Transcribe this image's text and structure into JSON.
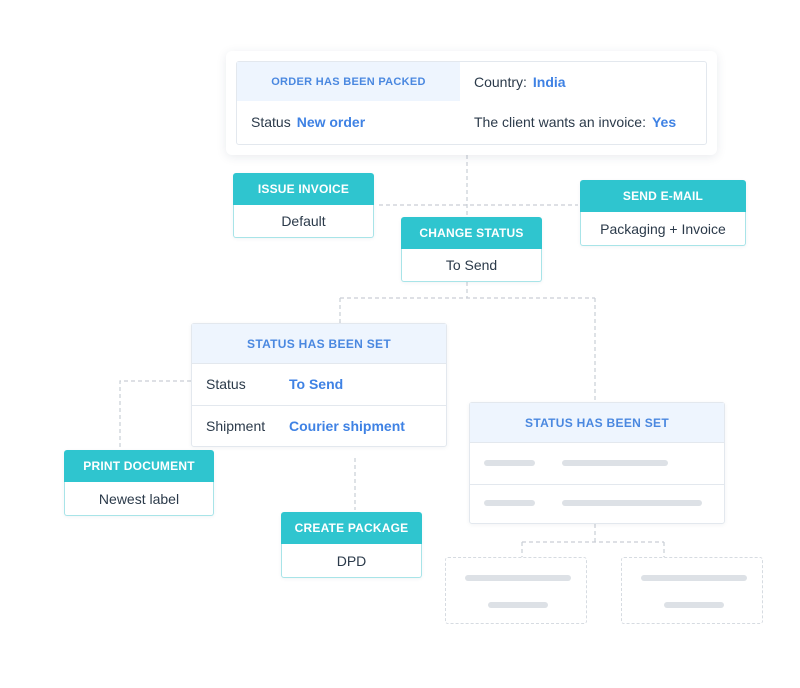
{
  "trigger": {
    "title": "ORDER HAS BEEN PACKED",
    "country_label": "Country:",
    "country_value": "India",
    "status_label": "Status",
    "status_value": "New order",
    "invoice_label": "The client wants an invoice:",
    "invoice_value": "Yes"
  },
  "actions": {
    "issue_invoice": {
      "title": "ISSUE INVOICE",
      "value": "Default"
    },
    "send_email": {
      "title": "SEND E-MAIL",
      "value": "Packaging + Invoice"
    },
    "change_status": {
      "title": "CHANGE STATUS",
      "value": "To Send"
    },
    "print_document": {
      "title": "PRINT DOCUMENT",
      "value": "Newest label"
    },
    "create_package": {
      "title": "CREATE PACKAGE",
      "value": "DPD"
    }
  },
  "conditions": {
    "status_set": {
      "title": "STATUS HAS BEEN SET",
      "rows": [
        {
          "key": "Status",
          "value": "To Send"
        },
        {
          "key": "Shipment",
          "value": "Courier shipment"
        }
      ]
    },
    "status_set_placeholder": {
      "title": "STATUS HAS BEEN SET"
    }
  },
  "colors": {
    "accent_teal": "#2fc5cf",
    "accent_blue": "#3f82e4",
    "header_bg": "#eef5fe",
    "connector": "#c9ced5"
  }
}
